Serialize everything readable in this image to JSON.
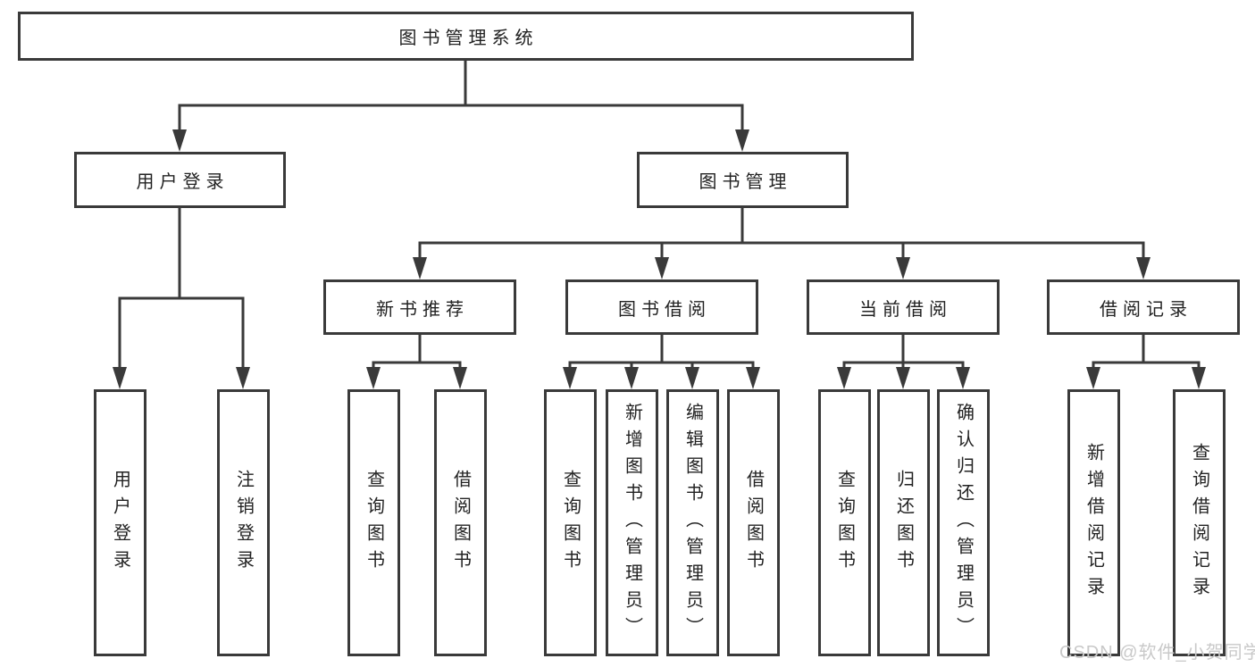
{
  "diagram": {
    "root": "图书管理系统",
    "user_login": {
      "label": "用户登录",
      "children": [
        "用户登录",
        "注销登录"
      ]
    },
    "book_mgmt": {
      "label": "图书管理",
      "sections": [
        {
          "label": "新书推荐",
          "children": [
            "查询图书",
            "借阅图书"
          ]
        },
        {
          "label": "图书借阅",
          "children": [
            "查询图书",
            "新增图书（管理员）",
            "编辑图书（管理员）",
            "借阅图书"
          ]
        },
        {
          "label": "当前借阅",
          "children": [
            "查询图书",
            "归还图书",
            "确认归还（管理员）"
          ]
        },
        {
          "label": "借阅记录",
          "children": [
            "新增借阅记录",
            "查询借阅记录"
          ]
        }
      ]
    }
  },
  "watermark": {
    "text": "CSDN @软件_小贺同学"
  },
  "colors": {
    "line": "#3a3a3a",
    "text": "#222222",
    "watermark": "#c9c9c9",
    "background": "#ffffff"
  }
}
